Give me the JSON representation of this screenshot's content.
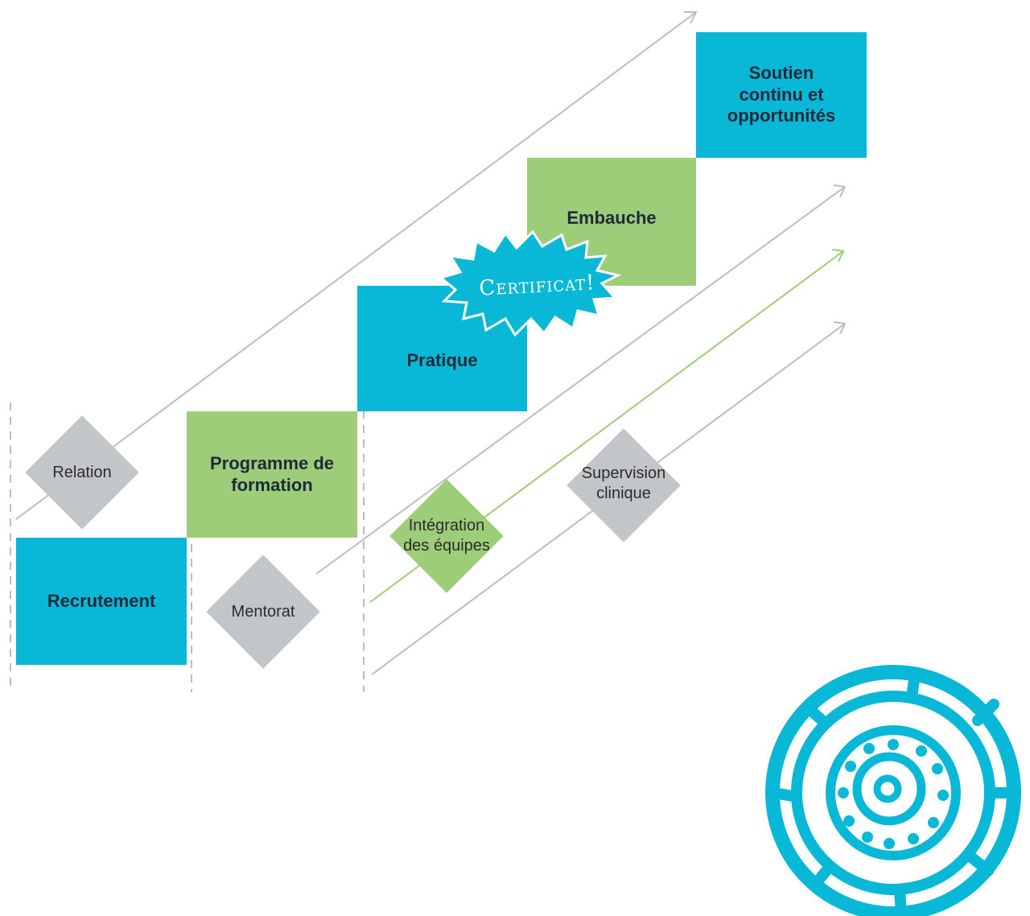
{
  "boxes": {
    "recrutement": "Recrutement",
    "programme": "Programme de formation",
    "pratique": "Pratique",
    "embauche": "Embauche",
    "soutien": "Soutien continu et opportunités"
  },
  "diamonds": {
    "relation": "Relation",
    "mentorat": "Mentorat",
    "integration": "Intégration des équipes",
    "supervision": "Supervision clinique"
  },
  "certificat": "Certificat!",
  "colors": {
    "blue": "#08b8d6",
    "green": "#9dcd78",
    "grey": "#c3c6c8",
    "line_grey": "#bdbdbd",
    "line_green": "#9dcd78",
    "text_dark": "#1e2a3a"
  },
  "icons": {
    "logo": "concentric-circle-logo-icon",
    "burst": "starburst-badge-icon"
  }
}
